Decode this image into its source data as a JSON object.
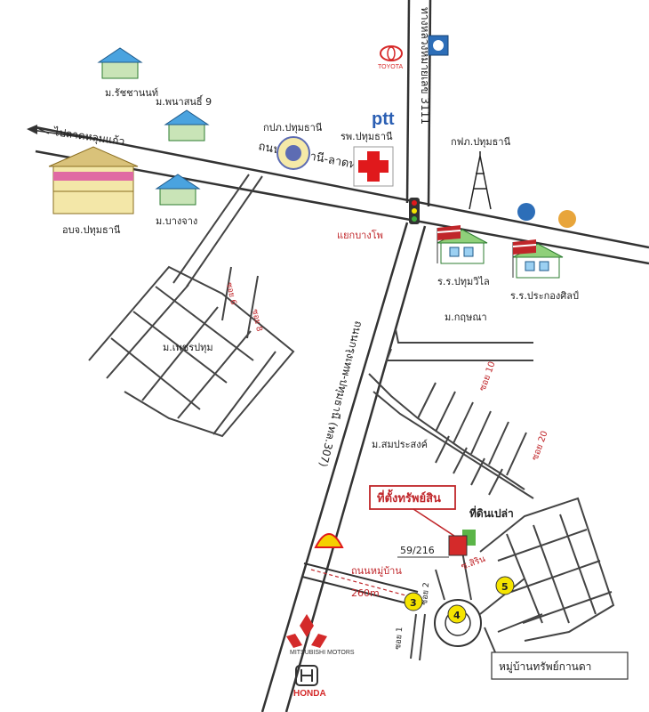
{
  "roads": {
    "main_horizontal": "ถนนปทุมธานี-ลาดหลุมแก้ว",
    "to_lat_lum_kaeo": "ไปลาดหลุมแก้ว",
    "main_vertical": "ถนนกรุงเทพ-ปทุมธานี (ทล.307)",
    "highway_3111": "ทางหลวงหมายเลข 3111",
    "village_road": "ถนนหมู่บ้าน",
    "village_road_distance": "260m",
    "soi_1": "ซอย 1",
    "soi_2": "ซอย 2",
    "soi_10": "ซอย 10",
    "soi_20": "ซอย 20",
    "soi_a": "ซอย 6",
    "soi_b": "ซอย 8"
  },
  "places": {
    "m_ratchanon": "ม.รัชชานนท์",
    "m_phanason": "ม.พนาสนธิ์ 9",
    "obj_pathum": "อบจ.ปทุมธานี",
    "m_bangchang": "ม.บางจาง",
    "kpp_pathum": "กปภ.ปทุมธานี",
    "hospital": "รพ.ปทุมธานี",
    "egat_pathum": "กฟภ.ปทุมธานี",
    "intersection": "แยกบางโพ",
    "school_1": "ร.ร.ปทุมวิไล",
    "school_2": "ร.ร.ประกองศิลป์",
    "m_krungna": "ม.กฤษณา",
    "m_pethpathum": "ม.เพชรปทุม",
    "m_somprasong": "ม.สมประสงค์",
    "property_location": "ที่ตั้งทรัพย์สิน",
    "vacant_land": "ที่ดินเปล่า",
    "house_number": "59/216",
    "soi_sirin": "ซ.สิริน",
    "village_name": "หมู่บ้านทรัพย์กานดา"
  },
  "brands": {
    "ptt": "ptt",
    "toyota": "TOYOTA",
    "mitsubishi": "MITSUBISHI MOTORS",
    "honda": "HONDA"
  },
  "markers": [
    "3",
    "4",
    "5"
  ],
  "colors": {
    "road_outline": "#555555",
    "label_red": "#c0262a",
    "marker_yellow": "#f5e400",
    "ptt_blue": "#2b5fb3",
    "hospital_red": "#e0191c",
    "vacant_green": "#5bb548",
    "property_red": "#d42a2a"
  },
  "icons": [
    "house-icon",
    "hospital-cross-icon",
    "traffic-light-icon",
    "power-tower-icon",
    "school-flag-icon",
    "shell-icon",
    "toyota-icon",
    "mitsubishi-icon",
    "honda-icon",
    "bank-icon"
  ]
}
